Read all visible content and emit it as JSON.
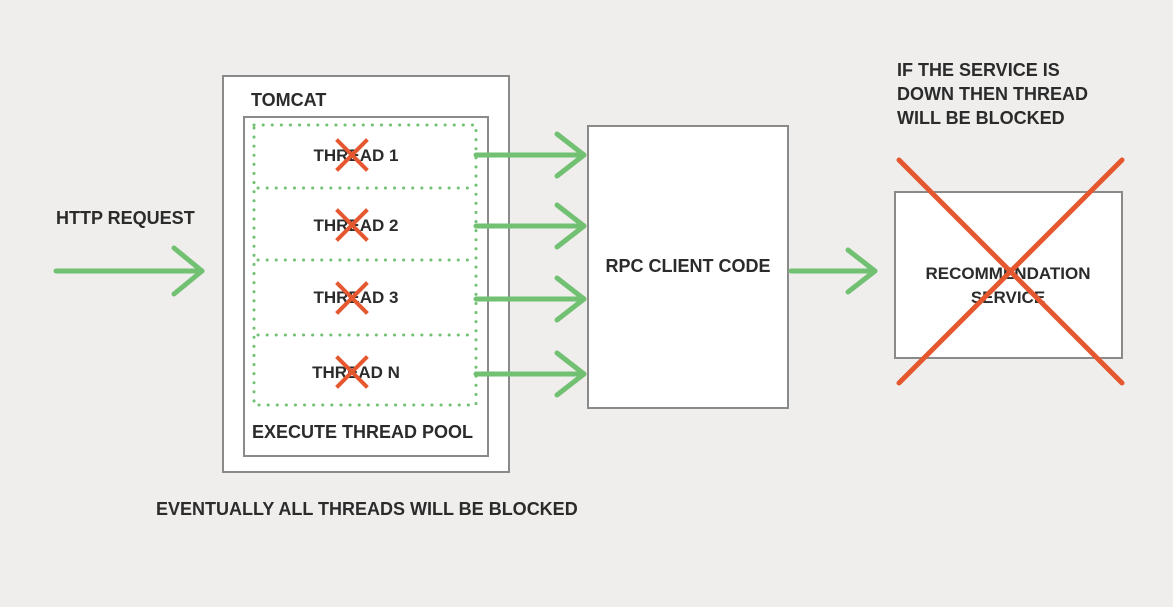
{
  "http_request": {
    "label": "HTTP REQUEST"
  },
  "tomcat": {
    "label": "TOMCAT"
  },
  "thread_pool": {
    "label": "EXECUTE THREAD POOL",
    "threads": [
      {
        "label": "THREAD 1",
        "blocked": true
      },
      {
        "label": "THREAD 2",
        "blocked": true
      },
      {
        "label": "THREAD 3",
        "blocked": true
      },
      {
        "label": "THREAD N",
        "blocked": true
      }
    ]
  },
  "rpc_client": {
    "label": "RPC CLIENT CODE"
  },
  "recommendation_service": {
    "label_line1": "RECOMMENDATION",
    "label_line2": "SERVICE",
    "down": true
  },
  "service_down_note": {
    "line1": "IF THE SERVICE IS",
    "line2": "DOWN THEN THREAD",
    "line3": "WILL BE BLOCKED"
  },
  "footer_note": {
    "label": "EVENTUALLY ALL THREADS WILL BE BLOCKED"
  },
  "colors": {
    "background": "#efeeed",
    "arrow": "#72c172",
    "cross": "#e5582f",
    "box_border": "#8a8a8a",
    "text": "#2b2b2b"
  }
}
